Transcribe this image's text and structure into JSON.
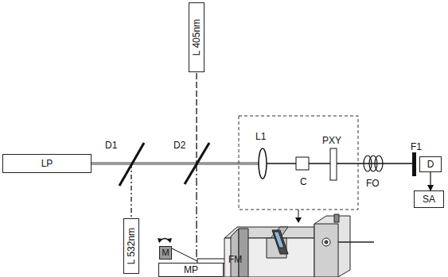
{
  "diagram": {
    "nodes": [
      {
        "text": [
          "LP"
        ]
      },
      {
        "text": [
          "L 532nm"
        ]
      },
      {
        "text": [
          "L 405nm"
        ]
      },
      {
        "text": [
          "M"
        ]
      },
      {
        "text": [
          "MP"
        ]
      },
      {
        "text": [
          "D"
        ]
      },
      {
        "text": [
          "SA"
        ]
      }
    ],
    "edges": [
      {
        "from": 5,
        "to": 6,
        "arrow": "to"
      }
    ],
    "labels": [
      "D1",
      "D2",
      "L1",
      "C",
      "PXY",
      "FO",
      "F1",
      "FM"
    ]
  }
}
